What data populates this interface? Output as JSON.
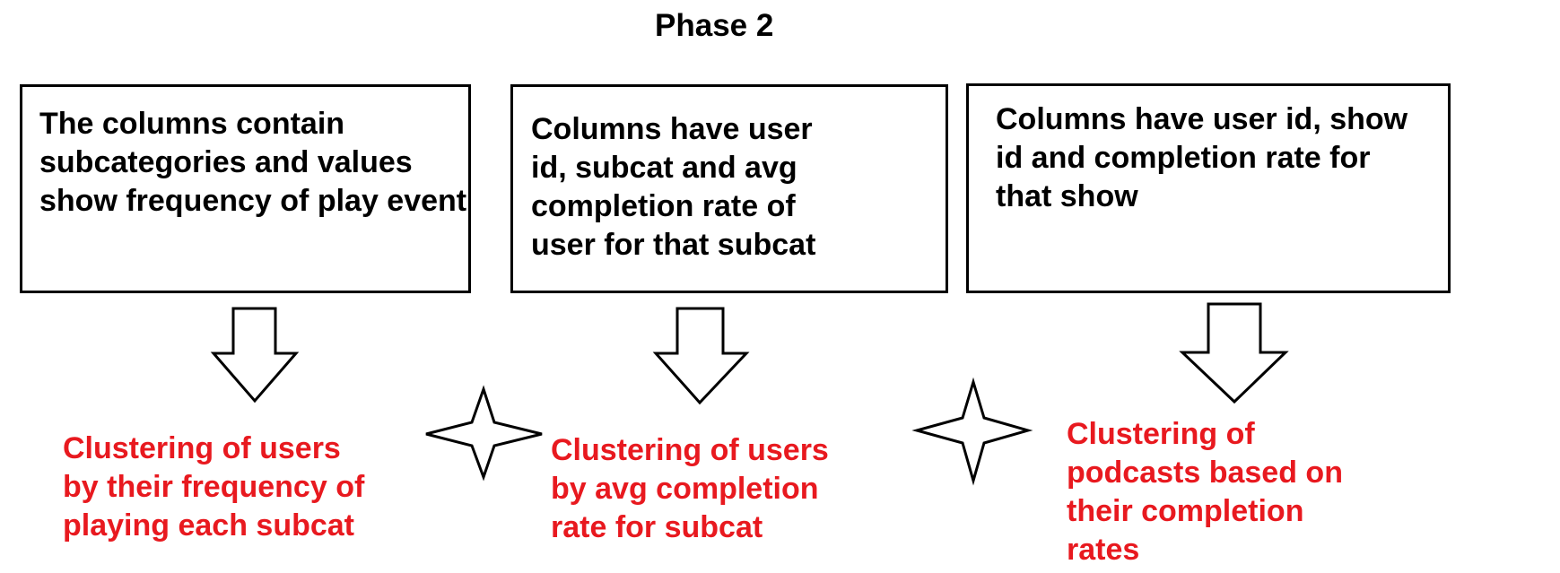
{
  "title": "Phase 2",
  "colors": {
    "box_border": "#000000",
    "box_text": "#000000",
    "result_text": "#e8191f",
    "arrow_stroke": "#000000",
    "star_stroke": "#000000"
  },
  "boxes": [
    {
      "text": "The columns contain\nsubcategories and values\nshow frequency of play event"
    },
    {
      "text": "Columns have user\nid, subcat and avg\ncompletion rate of\nuser for that subcat"
    },
    {
      "text": "Columns have user id, show\nid and completion rate for\nthat show"
    }
  ],
  "results": [
    {
      "text": "Clustering of users\nby their frequency of\nplaying each subcat"
    },
    {
      "text": "Clustering of users\nby avg completion\nrate for subcat"
    },
    {
      "text": "Clustering of\npodcasts based on\ntheir completion\nrates"
    }
  ],
  "icons": {
    "arrows": [
      "down-arrow-icon",
      "down-arrow-icon",
      "down-arrow-icon"
    ],
    "stars": [
      "four-point-star-icon",
      "four-point-star-icon"
    ]
  }
}
